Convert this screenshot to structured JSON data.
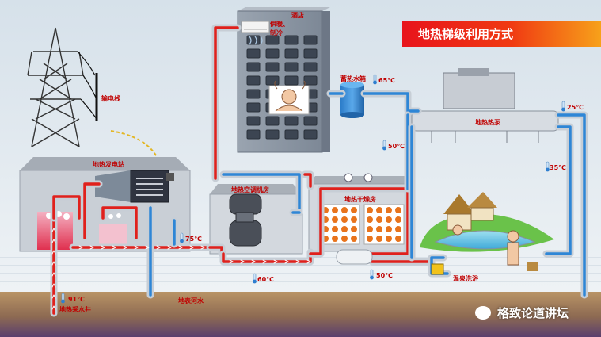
{
  "title": "地热梯级利用方式",
  "labels": {
    "hotel": "酒店",
    "supply_heat": "供暖、",
    "cooling": "制冷",
    "power_line": "输电线",
    "power_station": "地热发电站",
    "ac_room": "地热空调机房",
    "drying_room": "地热干燥房",
    "storage_tank": "蓄热水箱",
    "heat_pump": "地热热泵",
    "hot_spring": "温泉洗浴",
    "surface_water": "地表河水",
    "geo_well": "地热采水井"
  },
  "temps": {
    "t91": "91℃",
    "t75": "75℃",
    "t60": "60℃",
    "t50a": "50℃",
    "t50b": "50℃",
    "t65": "65℃",
    "t25": "25℃",
    "t35": "35℃"
  },
  "watermark": "格致论道讲坛",
  "colors": {
    "banner_start": "#e8141c",
    "banner_end": "#f7a11a",
    "hot_pipe": "#e0201c",
    "cold_pipe": "#2e86d6",
    "pipe_shell": "#d7dde3",
    "building": "#8c96a4",
    "ground": "#b0885a"
  }
}
